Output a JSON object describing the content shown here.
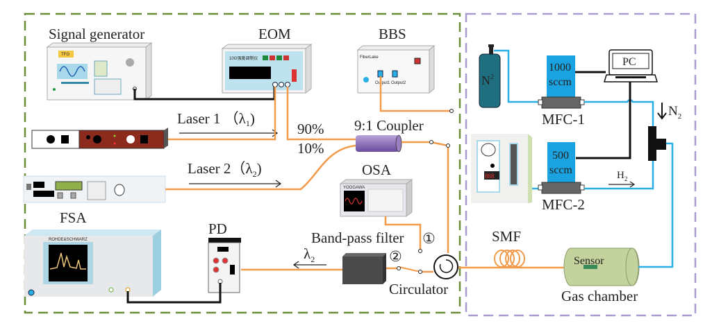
{
  "labels": {
    "signal_generator": "Signal generator",
    "eom": "EOM",
    "bbs": "BBS",
    "laser1": "Laser 1 （λ",
    "laser1_sub": "1",
    "laser2": "Laser 2（λ",
    "laser2_sub": "2",
    "pct90": "90%",
    "pct10": "10%",
    "coupler": "9:1 Coupler",
    "osa": "OSA",
    "bandpass": "Band-pass filter",
    "port1": "①",
    "port2": "②",
    "lambda2": "λ",
    "lambda2_sub": "2",
    "circulator": "Circulator",
    "fsa": "FSA",
    "pd": "PD",
    "smf": "SMF",
    "sensor": "Sensor",
    "gas_chamber": "Gas chamber",
    "n2_bottle": "N",
    "n2_bottle_sup": "2",
    "mfc1_rate": "1000",
    "mfc1_unit": "sccm",
    "mfc1": "MFC-1",
    "mfc2_rate": "500",
    "mfc2_unit": "sccm",
    "mfc2": "MFC-2",
    "pc": "PC",
    "n2_flow": "N",
    "n2_flow_sub": "2",
    "h2_flow": "H",
    "h2_flow_sub": "2"
  },
  "device_text": {
    "siggen_brand": "TFG",
    "eom_panel": "10G强度调制仪",
    "bbs_brand": "FiberLake",
    "bbs_out1": "Output1",
    "bbs_out2": "Output2",
    "osa_brand": "YOOGAWA",
    "fsa_brand": "ROHDE&SCHWARZ",
    "h2gen_display": "888"
  },
  "colors": {
    "fiber": "#f39a4a",
    "gas_line": "#29aee6",
    "optical_box": "#6b8e3a",
    "gas_box": "#a99bd0",
    "mfc": "#1aa3e0"
  }
}
